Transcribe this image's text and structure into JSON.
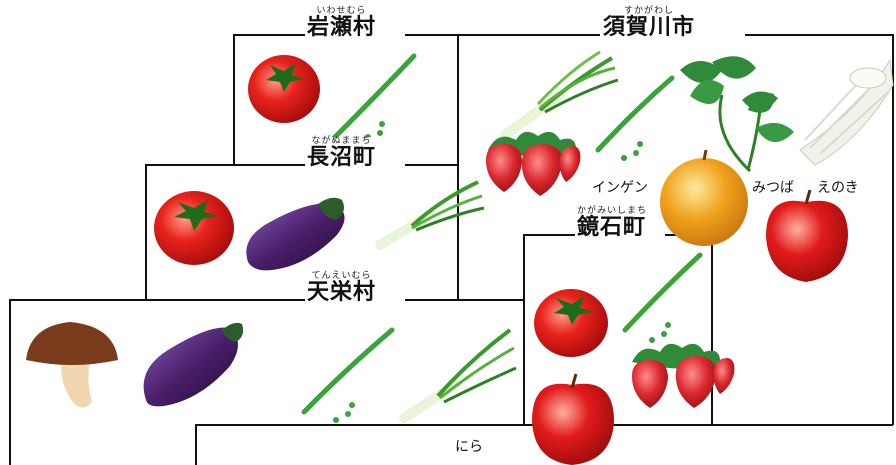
{
  "regions": {
    "iwase": {
      "name": "岩瀬村",
      "reading": "いわせむら"
    },
    "sukagawa": {
      "name": "須賀川市",
      "reading": "すかがわし"
    },
    "naganuma": {
      "name": "長沼町",
      "reading": "ながぬままち"
    },
    "kagamiishi": {
      "name": "鏡石町",
      "reading": "かがみいしまち"
    },
    "ten-ei": {
      "name": "天栄村",
      "reading": "てんえいむら"
    }
  },
  "labels": {
    "ingen": "インゲン",
    "mitsuba": "みつば",
    "enoki": "えのき",
    "nira": "にら"
  },
  "colors": {
    "tomato": "#e8231c",
    "eggplant": "#4a1f6b",
    "bean": "#3aa33a",
    "leaf": "#2f8a3a",
    "strawberry": "#d9272e",
    "pear": "#f0a21b",
    "apple": "#e11b1b",
    "mushroom": "#7a3a1c"
  }
}
